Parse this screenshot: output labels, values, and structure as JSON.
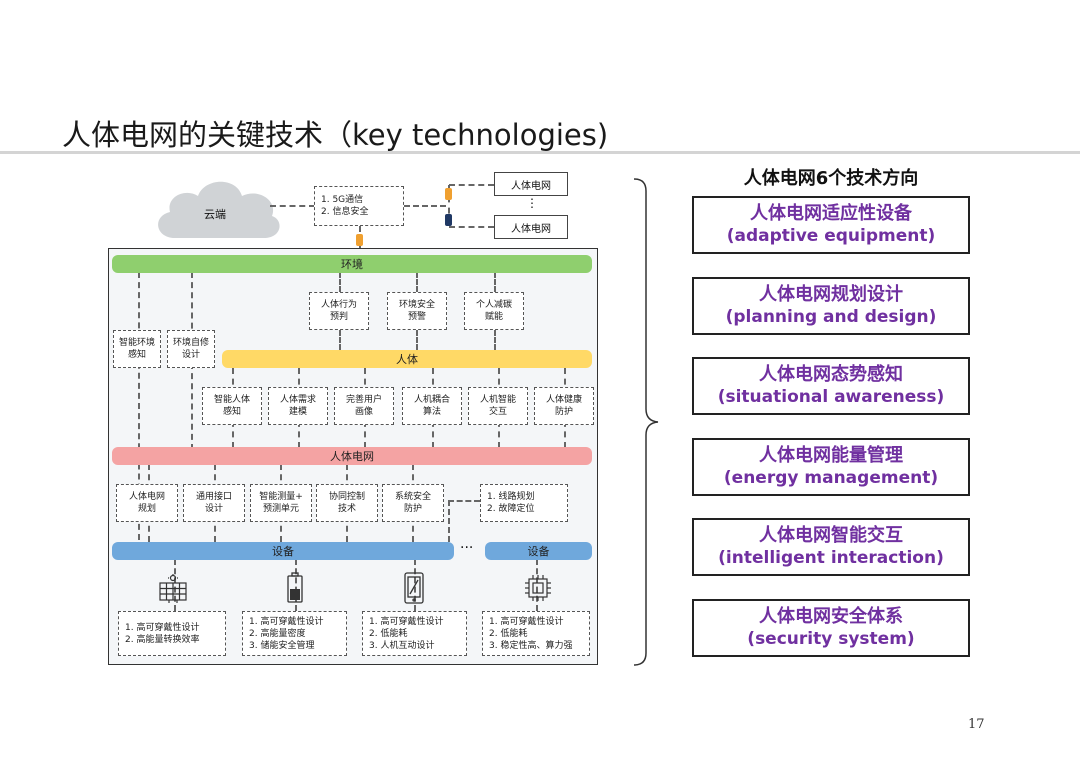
{
  "slide": {
    "title": "人体电网的关键技术（key technologies)",
    "page_number": "17"
  },
  "diagram": {
    "cloud_label": "云端",
    "top_box_lines": [
      "1. 5G通信",
      "2. 信息安全"
    ],
    "network_node_1": "人体电网",
    "network_node_2": "人体电网",
    "network_dots": "⋮",
    "bar_environment": "环境",
    "bar_human": "人体",
    "bar_human_grid": "人体电网",
    "bar_device": "设备",
    "bar_device_2": "设备",
    "ellipsis": "···",
    "env_boxes": [
      {
        "l1": "人体行为",
        "l2": "预判"
      },
      {
        "l1": "环境安全",
        "l2": "预警"
      },
      {
        "l1": "个人减碳",
        "l2": "赋能"
      }
    ],
    "left_boxes": [
      {
        "l1": "智能环境",
        "l2": "感知"
      },
      {
        "l1": "环境自修",
        "l2": "设计"
      }
    ],
    "human_boxes": [
      {
        "l1": "智能人体",
        "l2": "感知"
      },
      {
        "l1": "人体需求",
        "l2": "建模"
      },
      {
        "l1": "完善用户",
        "l2": "画像"
      },
      {
        "l1": "人机耦合",
        "l2": "算法"
      },
      {
        "l1": "人机智能",
        "l2": "交互"
      },
      {
        "l1": "人体健康",
        "l2": "防护"
      }
    ],
    "grid_boxes": [
      {
        "l1": "人体电网",
        "l2": "规划"
      },
      {
        "l1": "通用接口",
        "l2": "设计"
      },
      {
        "l1": "智能测量+",
        "l2": "预测单元"
      },
      {
        "l1": "协同控制",
        "l2": "技术"
      },
      {
        "l1": "系统安全",
        "l2": "防护"
      }
    ],
    "grid_right_box": [
      "1. 线路规划",
      "2. 故障定位"
    ],
    "device_boxes": [
      [
        "1. 高可穿戴性设计",
        "2. 高能量转换效率"
      ],
      [
        "1. 高可穿戴性设计",
        "2. 高能量密度",
        "3. 储能安全管理"
      ],
      [
        "1. 高可穿戴性设计",
        "2. 低能耗",
        "3. 人机互动设计"
      ],
      [
        "1. 高可穿戴性设计",
        "2. 低能耗",
        "3. 稳定性高、算力强"
      ]
    ],
    "device_icons": [
      "solar-panel-icon",
      "battery-icon",
      "smartphone-icon",
      "chip-icon"
    ],
    "colors": {
      "environment": "#8fcf6e",
      "human": "#ffd966",
      "human_grid": "#f4a3a3",
      "device": "#6fa8dc",
      "connector_orange": "#f0a030",
      "connector_navy": "#1f3864"
    }
  },
  "panel": {
    "heading": "人体电网6个技术方向",
    "accent_color": "#7030a0",
    "items": [
      {
        "cn": "人体电网适应性设备",
        "en": "(adaptive equipment)"
      },
      {
        "cn": "人体电网规划设计",
        "en": "(planning and design)"
      },
      {
        "cn": "人体电网态势感知",
        "en": "(situational awareness)"
      },
      {
        "cn": "人体电网能量管理",
        "en": "(energy management)"
      },
      {
        "cn": "人体电网智能交互",
        "en": "(intelligent interaction)"
      },
      {
        "cn": "人体电网安全体系",
        "en": "(security system)"
      }
    ]
  }
}
